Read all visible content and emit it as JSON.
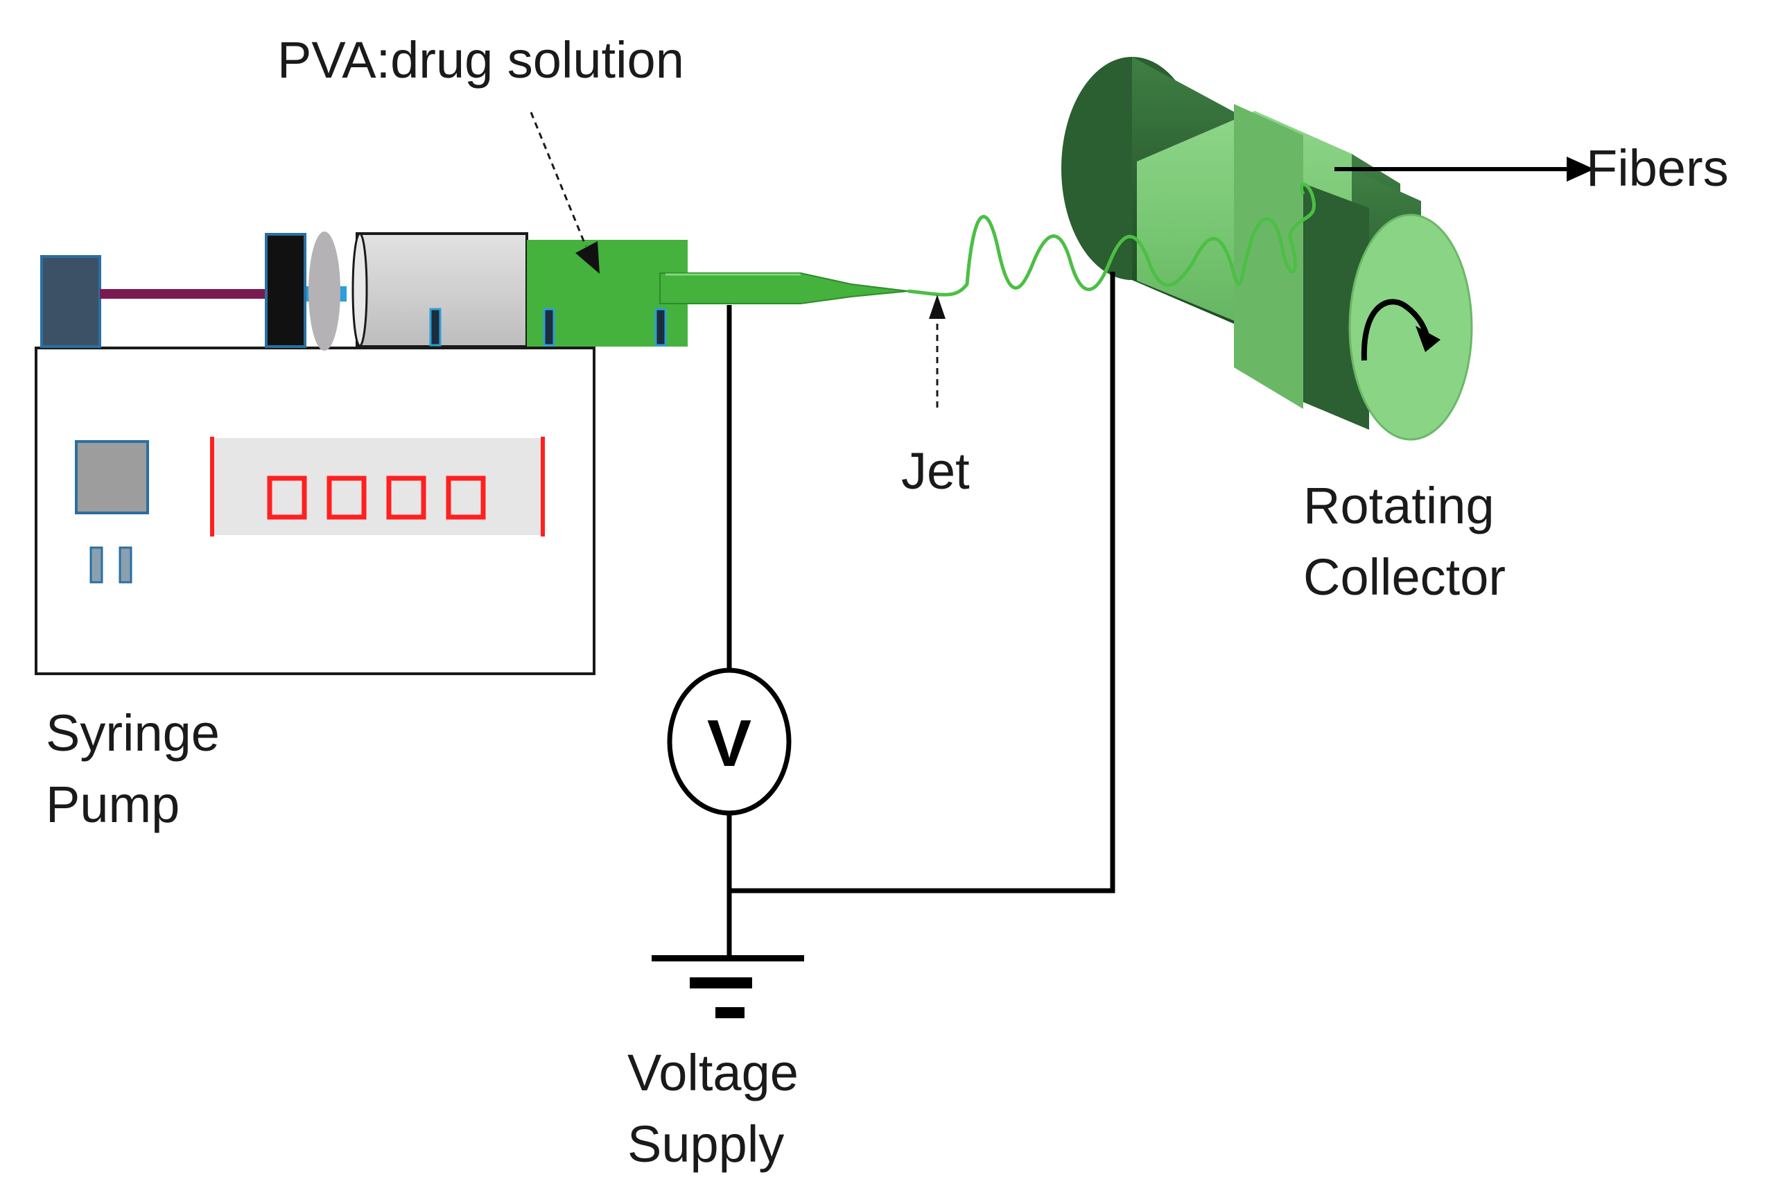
{
  "labels": {
    "solution": "PVA:drug solution",
    "fibers": "Fibers",
    "jet": "Jet",
    "collector_line1": "Rotating",
    "collector_line2": "Collector",
    "pump_line1": "Syringe",
    "pump_line2": "Pump",
    "supply_line1": "Voltage",
    "supply_line2": "Supply",
    "voltmeter": "V"
  },
  "colors": {
    "pump_display_digits": "#ff2020",
    "needle_green": "#44b23c",
    "collector_dark": "#2f6b34",
    "collector_light": "#7ccb78",
    "plunger_rod": "#7a1a52",
    "pump_block": "#3d5166"
  },
  "icons": {
    "voltmeter": "voltmeter-icon",
    "ground": "ground-icon",
    "rotation": "rotation-arrow-icon"
  }
}
